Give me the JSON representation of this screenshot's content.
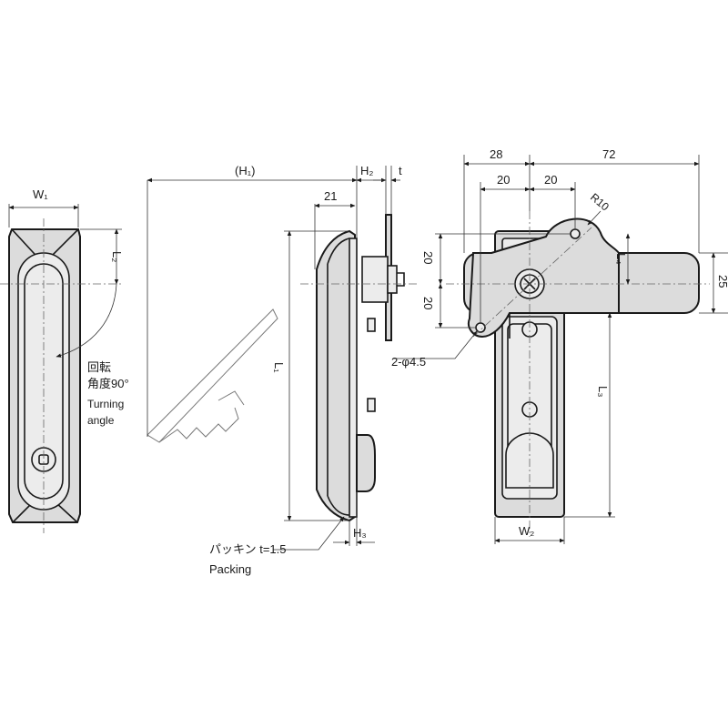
{
  "labels": {
    "w1": "W₁",
    "l2": "L₂",
    "rotation_jp_1": "回転",
    "rotation_jp_2": "角度90°",
    "turning": "Turning",
    "angle": "angle",
    "h1": "(H₁)",
    "h2": "H₂",
    "t": "t",
    "dim_21": "21",
    "l1": "L₁",
    "h3": "H₃",
    "packing_jp": "パッキン t=1.5",
    "packing_en": "Packing",
    "dim_28": "28",
    "dim_72": "72",
    "dim_20_a": "20",
    "dim_20_b": "20",
    "r10": "R10",
    "dim_20_v1": "20",
    "dim_20_v2": "20",
    "l4": "L₄",
    "dim_25": "25",
    "hole": "2-φ4.5",
    "l3": "L₃",
    "w2": "W₂"
  }
}
